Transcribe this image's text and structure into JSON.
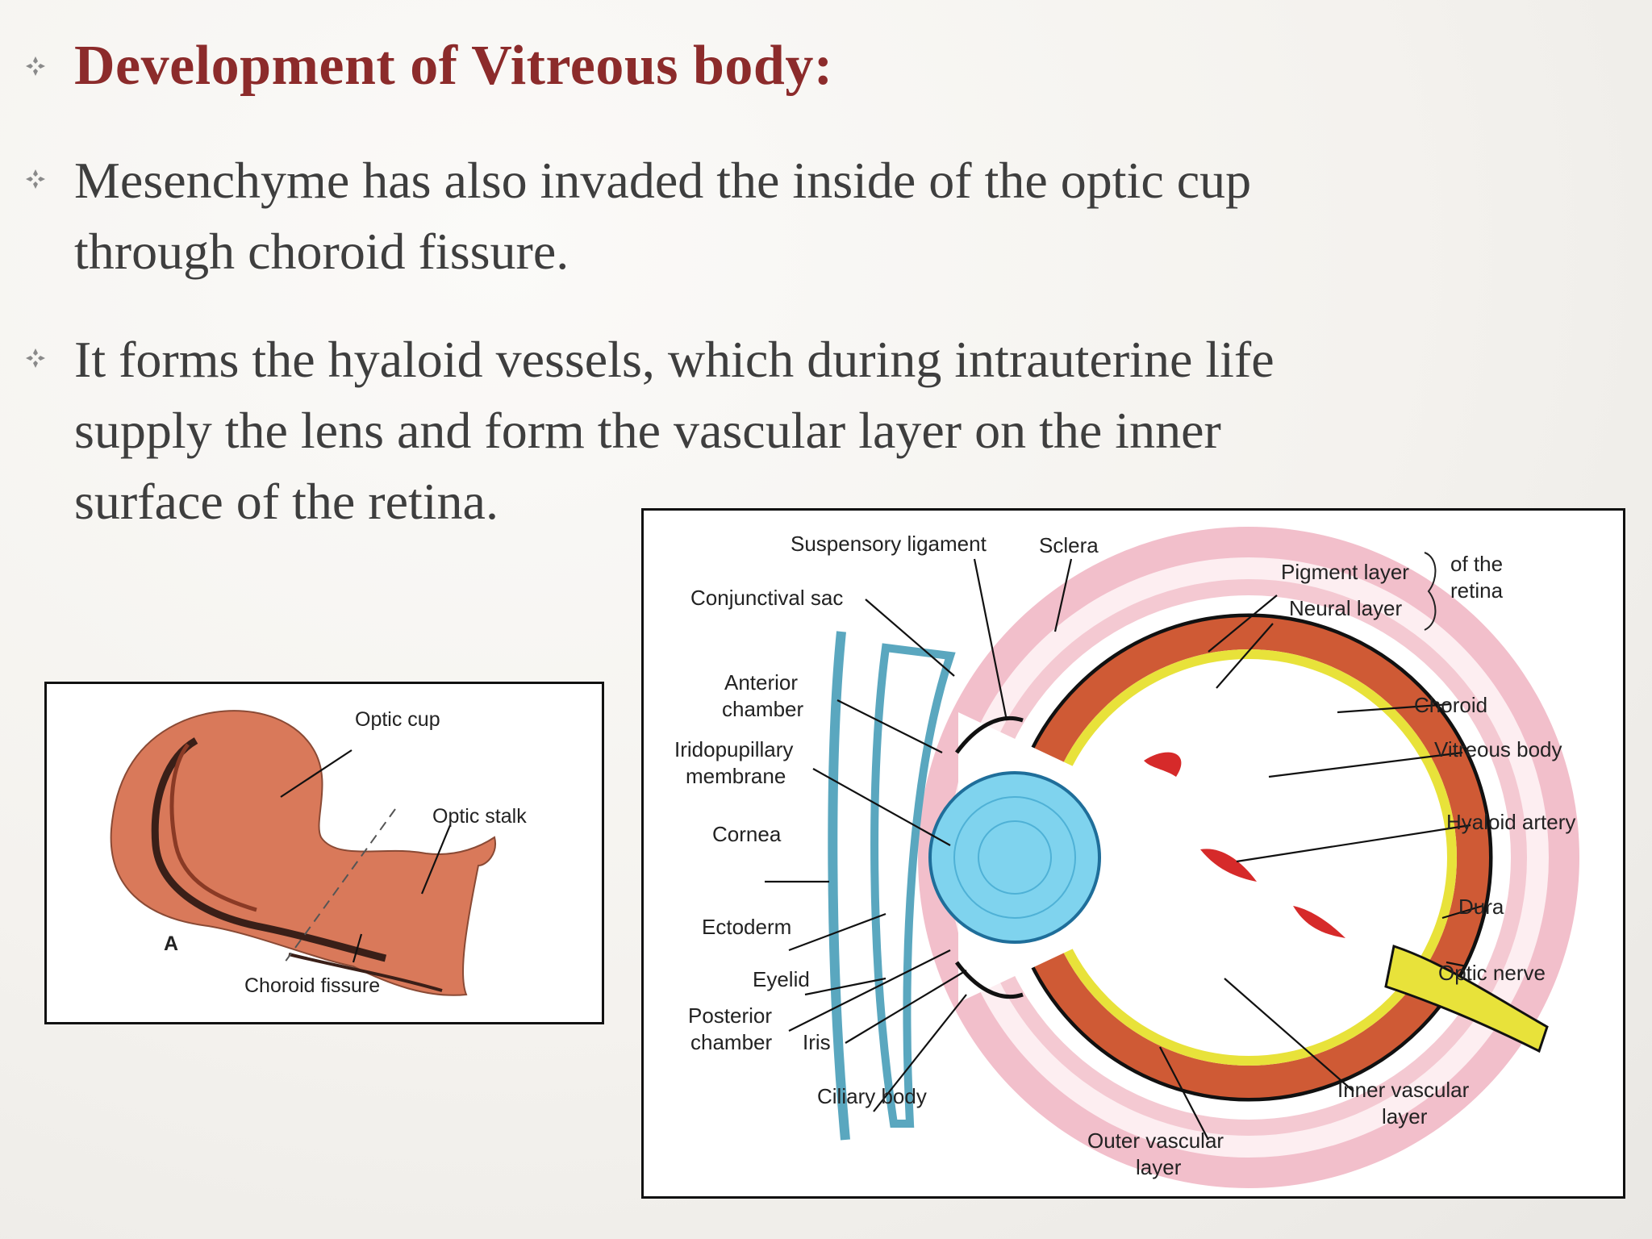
{
  "slide": {
    "heading": "Development of Vitreous body:",
    "bullets": [
      {
        "lines": [
          "Mesenchyme has also invaded the inside of the optic cup",
          "through choroid fissure."
        ]
      },
      {
        "lines": [
          "It forms the hyaloid vessels, which during intrauterine life",
          "supply the lens and form the vascular layer on the inner",
          "surface of the retina."
        ]
      }
    ],
    "bullet_icon": "diamond-cross-bullet-icon"
  },
  "figure_a": {
    "panel_letter": "A",
    "labels": {
      "optic_cup": "Optic cup",
      "optic_stalk": "Optic stalk",
      "choroid_fissure": "Choroid fissure"
    },
    "colors": {
      "tissue": "#d9795a",
      "dark": "#3a1f18"
    }
  },
  "figure_eye": {
    "labels": {
      "suspensory_ligament": "Suspensory ligament",
      "sclera": "Sclera",
      "conjunctival_sac": "Conjunctival sac",
      "pigment_layer": "Pigment layer",
      "neural_layer": "Neural layer",
      "of_the_retina_1": "of the",
      "of_the_retina_2": "retina",
      "anterior_chamber_1": "Anterior",
      "anterior_chamber_2": "chamber",
      "choroid": "Choroid",
      "iridopupillary_1": "Iridopupillary",
      "iridopupillary_2": "membrane",
      "vitreous_body": "Vitreous body",
      "hyaloid_artery": "Hyaloid artery",
      "cornea": "Cornea",
      "dura": "Dura",
      "ectoderm": "Ectoderm",
      "optic_nerve": "Optic nerve",
      "eyelid": "Eyelid",
      "posterior_chamber_1": "Posterior",
      "posterior_chamber_2": "chamber",
      "iris": "Iris",
      "ciliary_body": "Ciliary body",
      "inner_vascular_1": "Inner vascular",
      "inner_vascular_2": "layer",
      "outer_vascular_1": "Outer vascular",
      "outer_vascular_2": "layer"
    },
    "colors": {
      "sclera": "#f2bfcb",
      "retina": "#cf5a35",
      "lens": "#7fd3ee",
      "nerve": "#e8e23a",
      "artery": "#d62a2a",
      "ectoderm": "#5aa7bf"
    }
  }
}
